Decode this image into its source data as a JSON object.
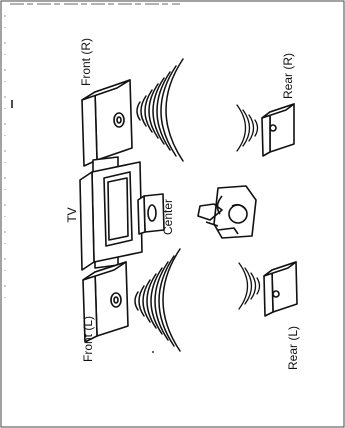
{
  "diagram": {
    "labels": {
      "front_right": "Front (R)",
      "rear_right": "Rear (R)",
      "tv": "TV",
      "center": "Center",
      "front_left": "Front (L)",
      "rear_left": "Rear (L)"
    }
  }
}
